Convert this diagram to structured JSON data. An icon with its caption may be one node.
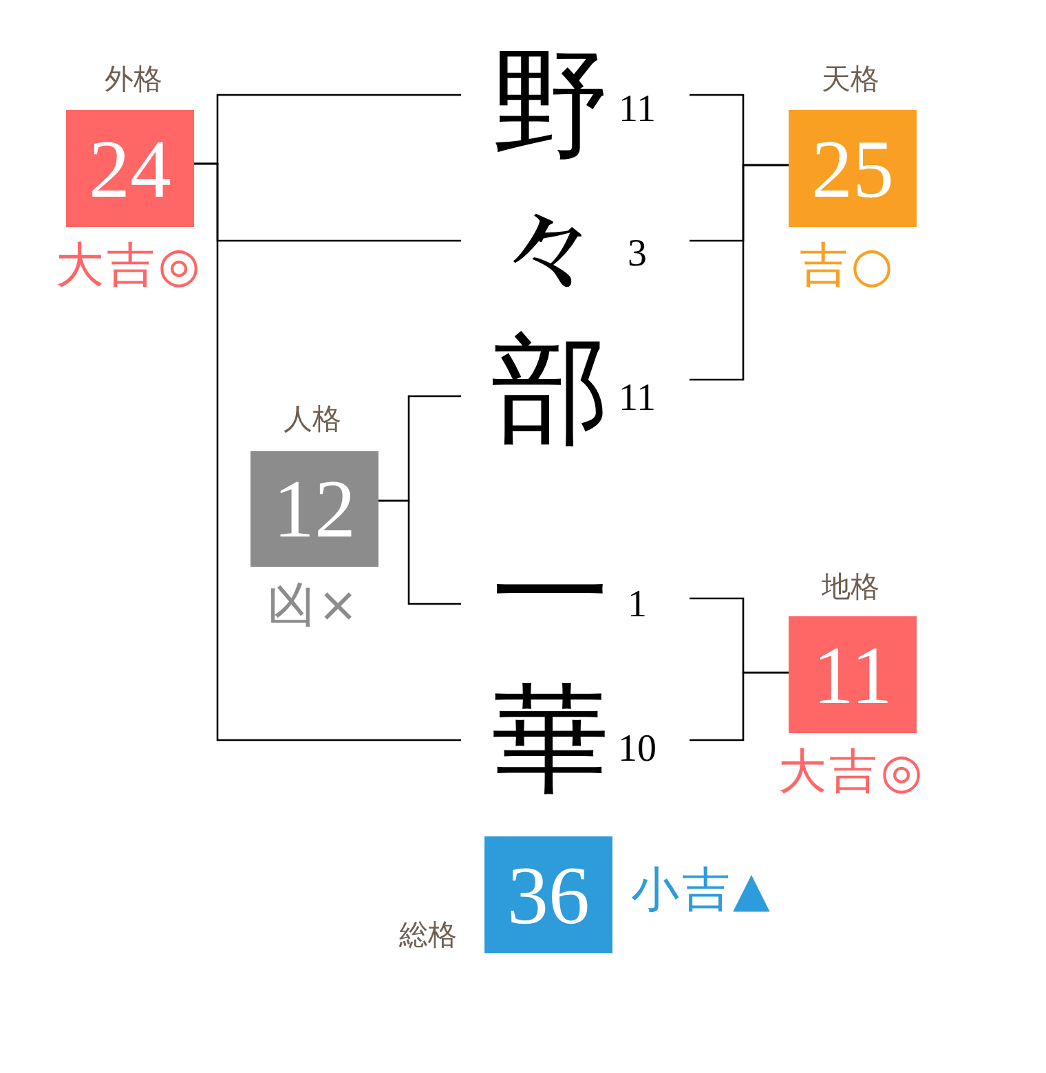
{
  "diagram": {
    "nodes": [
      {
        "text": [
          "外格",
          "24"
        ],
        "beside": [
          "大吉◎"
        ]
      },
      {
        "text": [
          "野"
        ],
        "beside": [
          "11"
        ]
      },
      {
        "text": [
          "天格",
          "25"
        ],
        "beside": [
          "吉○"
        ]
      },
      {
        "text": [
          "々"
        ],
        "beside": [
          "3"
        ]
      },
      {
        "text": [
          "部"
        ],
        "beside": [
          "11"
        ]
      },
      {
        "text": [
          "人格",
          "12"
        ],
        "beside": [
          "凶×"
        ]
      },
      {
        "text": [
          "一"
        ],
        "beside": [
          "1"
        ]
      },
      {
        "text": [
          "地格",
          "11"
        ],
        "beside": [
          "大吉◎"
        ]
      },
      {
        "text": [
          "華"
        ],
        "beside": [
          "10"
        ]
      },
      {
        "text": [
          "総格",
          "36"
        ],
        "beside": [
          "小吉▲"
        ]
      }
    ],
    "edges": [
      {
        "from": 1,
        "to": 2,
        "arrow": "none"
      },
      {
        "from": 3,
        "to": 2,
        "arrow": "none"
      },
      {
        "from": 4,
        "to": 2,
        "arrow": "none"
      },
      {
        "from": 4,
        "to": 5,
        "arrow": "none"
      },
      {
        "from": 6,
        "to": 5,
        "arrow": "none"
      },
      {
        "from": 6,
        "to": 7,
        "arrow": "none"
      },
      {
        "from": 8,
        "to": 7,
        "arrow": "none"
      },
      {
        "from": 1,
        "to": 0,
        "arrow": "none"
      },
      {
        "from": 3,
        "to": 0,
        "arrow": "none"
      },
      {
        "from": 8,
        "to": 0,
        "arrow": "none"
      }
    ]
  }
}
